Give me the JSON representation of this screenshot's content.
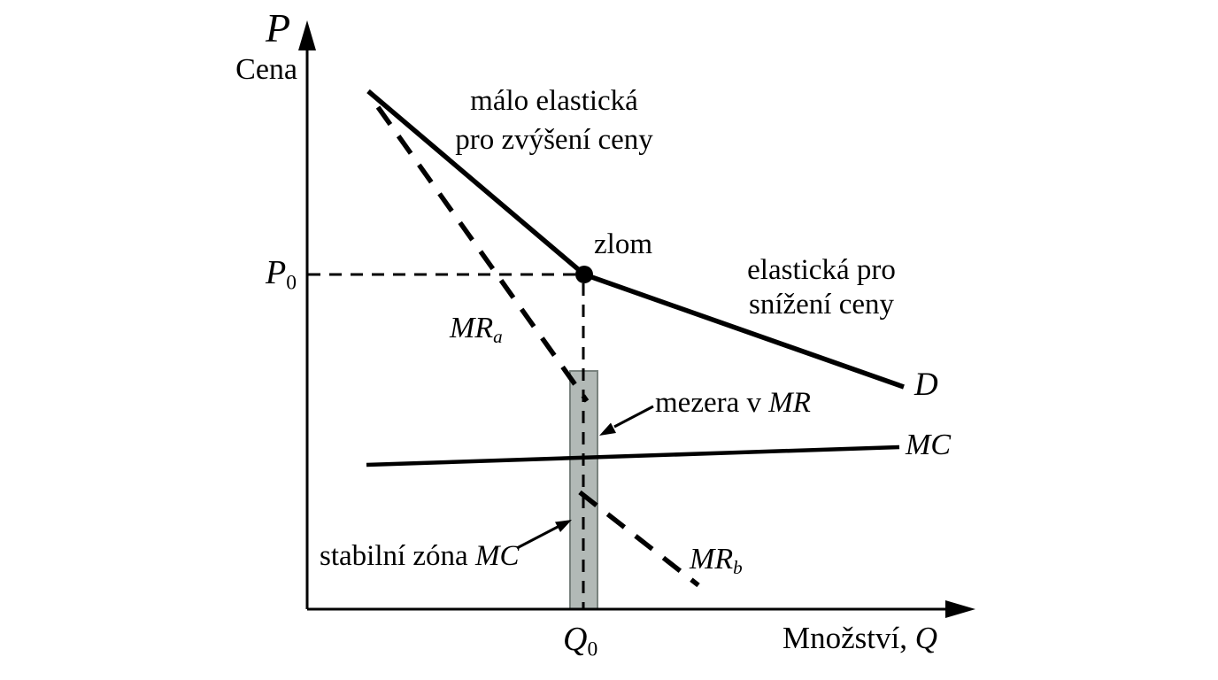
{
  "colors": {
    "background": "#ffffff",
    "ink": "#000000",
    "band_fill": "#b2b9b6",
    "band_edge": "#79827e"
  },
  "axes": {
    "y_title": "P",
    "y_subtitle": "Cena",
    "x_title_text": "Množství, ",
    "x_title_var": "Q"
  },
  "points": {
    "price_label_main": "P",
    "price_label_sub": "0",
    "quantity_label_main": "Q",
    "quantity_label_sub": "0",
    "kink_label": "zlom"
  },
  "annotations": {
    "upper_segment_line1": "málo elastická",
    "upper_segment_line2": "pro zvýšení ceny",
    "lower_segment_line1": "elastická pro",
    "lower_segment_line2": "snížení ceny",
    "mr_gap_text": "mezera v ",
    "mr_gap_var": "MR",
    "stable_zone_text": "stabilní zóna ",
    "stable_zone_var": "MC"
  },
  "curves": {
    "demand_label": "D",
    "mc_label": "MC",
    "mr_upper_main": "MR",
    "mr_upper_sub": "a",
    "mr_lower_main": "MR",
    "mr_lower_sub": "b"
  }
}
